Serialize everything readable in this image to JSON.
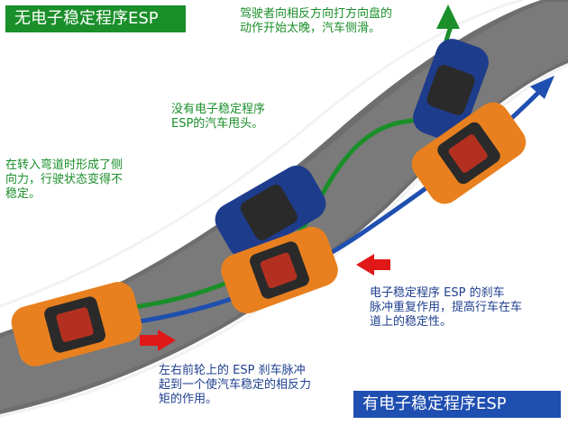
{
  "banners": {
    "no_esp": "无电子稳定程序ESP",
    "with_esp": "有电子稳定程序ESP"
  },
  "notes": {
    "steer_late": "驾驶者向相反方向打方向盘的\n动作开始太晚，汽车侧滑。",
    "tail_swing": "没有电子稳定程序\nESP的汽车甩头。",
    "lateral_force": "在转入弯道时形成了侧\n向力，行驶状态变得不\n稳定。",
    "esp_pulse": "电子稳定程序  ESP  的刹车\n脉冲重复作用，提高行车在车\n道上的稳定性。",
    "front_wheel": "左右前轮上的  ESP  刹车脉冲\n起到一个使汽车稳定的相反力\n矩的作用。"
  },
  "colors": {
    "green": "#1a8f2a",
    "blue": "#1f4fb0",
    "road": "#6e6e6e",
    "orange_car": "#e8801f",
    "blue_car": "#1e3c8c",
    "brake_arrow": "#e01818"
  }
}
